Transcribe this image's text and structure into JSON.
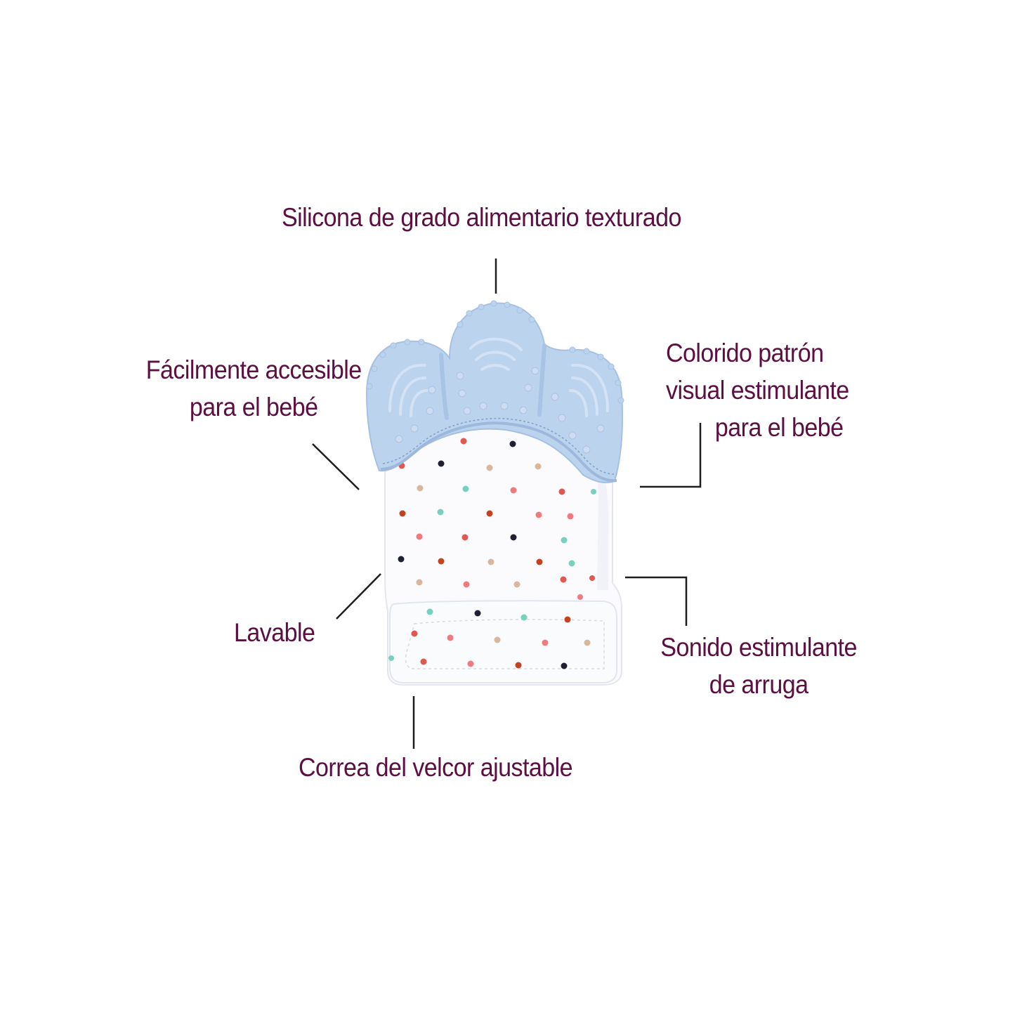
{
  "diagram": {
    "subject": "teething-mitten",
    "text_color": "#5c0f40",
    "line_color": "#1e1e1e",
    "colors": {
      "silicone": "#bcd3ee",
      "silicone_shadow": "#a5c0e2",
      "fabric": "#fbfbfd",
      "dots": [
        "#e0584f",
        "#78d1bf",
        "#1f2033",
        "#d9b79c",
        "#c4421f",
        "#f07a7e"
      ]
    },
    "callouts": [
      {
        "id": "silicone",
        "lines": [
          "Silicona de grado alimentario texturado"
        ]
      },
      {
        "id": "accessible",
        "lines": [
          "Fácilmente accesible",
          "para el bebé"
        ]
      },
      {
        "id": "pattern",
        "lines": [
          "Colorido patrón",
          "visual estimulante",
          "para el bebé"
        ]
      },
      {
        "id": "washable",
        "lines": [
          "Lavable"
        ]
      },
      {
        "id": "crinkle",
        "lines": [
          "Sonido estimulante",
          "de arruga"
        ]
      },
      {
        "id": "strap",
        "lines": [
          "Correa del velcor ajustable"
        ]
      }
    ]
  }
}
